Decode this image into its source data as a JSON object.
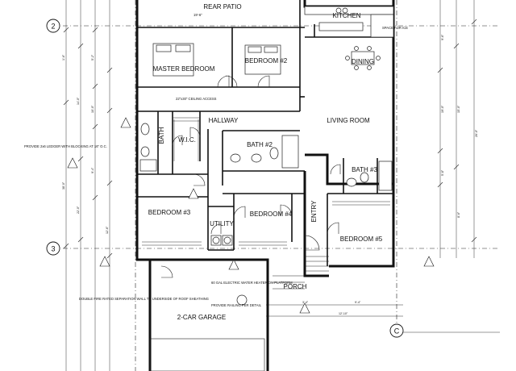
{
  "rooms": {
    "rear_patio": "REAR PATIO",
    "kitchen": "KITCHEN",
    "master_bedroom": "MASTER BEDROOM",
    "bedroom_2": "BEDROOM #2",
    "dining": "DINING",
    "living_room": "LIVING ROOM",
    "hallway": "HALLWAY",
    "bath_master": "BATH",
    "wic": "W.I.C.",
    "bath_2": "BATH #2",
    "bath_3": "BATH #3",
    "bedroom_3": "BEDROOM #3",
    "utility": "UTILITY",
    "bedroom_4": "BEDROOM #4",
    "entry": "ENTRY",
    "bedroom_5": "BEDROOM #5",
    "porch": "PORCH",
    "garage": "2-CAR GARAGE"
  },
  "grid_bubbles": {
    "row_2": "2",
    "row_3": "3",
    "col_c": "C"
  },
  "notes": {
    "rear_patio_dim": "19'-6\"",
    "space_for_ice": "SPACE FOR ICE",
    "attic_access": "22\"x30\" CEILING ACCESS",
    "side_note": "PROVIDE 2x6 LEDGER WITH BLOCKING AT 16\" O.C.",
    "garage_note": "DOUBLE FIRE RATED SEPARATION WALL TO UNDERSIDE OF ROOF SHEATHING",
    "water_heater": "60 GAL ELECTRIC WATER HEATER ON PLATFORM",
    "railing_note": "PROVIDE RAILING PER DETAIL"
  },
  "dimensions": {
    "left_1": "1'-6\"",
    "left_2": "14'-0\"",
    "left_3": "5'-2\"",
    "left_4": "10'-0\"",
    "left_5": "9'-4\"",
    "left_6": "12'-6\"",
    "left_7": "22'-0\"",
    "left_8": "38'-0\"",
    "right_1": "9'-6\"",
    "right_2": "19'-0\"",
    "right_3": "5'-8\"",
    "right_4": "15'-0\"",
    "right_5": "8'-6\"",
    "right_6": "26'-0\"",
    "bottom_1": "3'-4\"",
    "bottom_2": "12'-10\"",
    "bottom_3": "9'-4\""
  }
}
